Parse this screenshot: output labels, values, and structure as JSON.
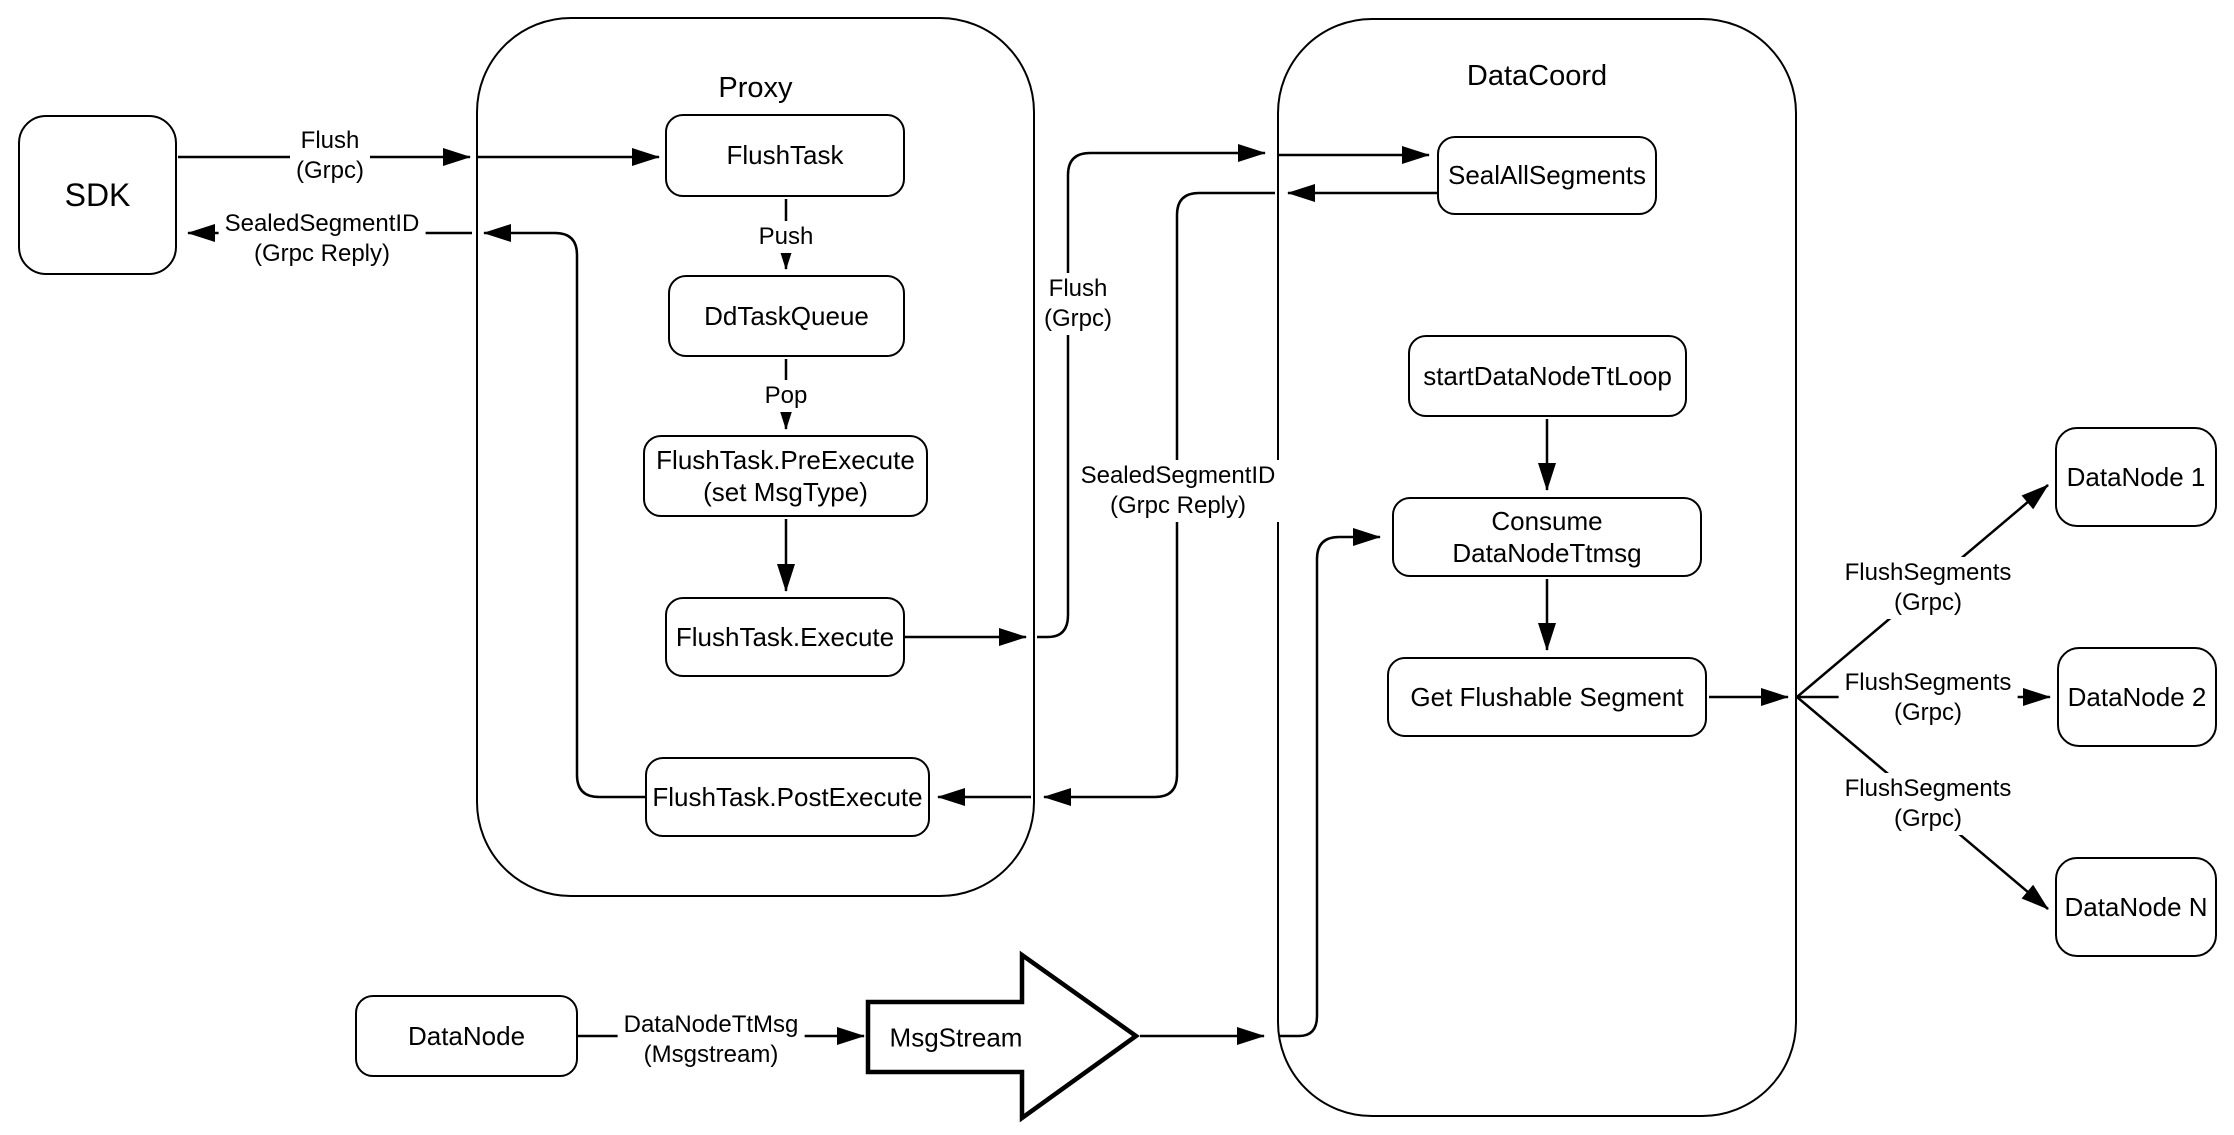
{
  "canvas": {
    "background": "#ffffff",
    "line_color": "#000000"
  },
  "containers": {
    "proxy": {
      "label": "Proxy"
    },
    "datacoord": {
      "label": "DataCoord"
    }
  },
  "nodes": {
    "sdk": {
      "label": "SDK"
    },
    "flushtask": {
      "label": "FlushTask"
    },
    "ddtaskqueue": {
      "label": "DdTaskQueue"
    },
    "preexecute": {
      "label": "FlushTask.PreExecute",
      "label2": "(set MsgType)"
    },
    "execute": {
      "label": "FlushTask.Execute"
    },
    "postexecute": {
      "label": "FlushTask.PostExecute"
    },
    "sealallsegments": {
      "label": "SealAllSegments"
    },
    "startdatanodettloop": {
      "label": "startDataNodeTtLoop"
    },
    "consumedatanodettmsg": {
      "label": "Consume DataNodeTtmsg"
    },
    "getflushablesegment": {
      "label": "Get Flushable Segment"
    },
    "datanode1": {
      "label": "DataNode 1"
    },
    "datanode2": {
      "label": "DataNode 2"
    },
    "datanoden": {
      "label": "DataNode N"
    },
    "datanode": {
      "label": "DataNode"
    },
    "msgstream": {
      "label": "MsgStream"
    }
  },
  "edge_labels": {
    "flush_sdk": {
      "line1": "Flush",
      "line2": "(Grpc)"
    },
    "sealed_sdk": {
      "line1": "SealedSegmentID",
      "line2": "(Grpc Reply)"
    },
    "push": {
      "line1": "Push"
    },
    "pop": {
      "line1": "Pop"
    },
    "flush_mid": {
      "line1": "Flush",
      "line2": "(Grpc)"
    },
    "sealed_mid": {
      "line1": "SealedSegmentID",
      "line2": "(Grpc Reply)"
    },
    "flushsegments_1": {
      "line1": "FlushSegments",
      "line2": "(Grpc)"
    },
    "flushsegments_2": {
      "line1": "FlushSegments",
      "line2": "(Grpc)"
    },
    "flushsegments_3": {
      "line1": "FlushSegments",
      "line2": "(Grpc)"
    },
    "datanodettmsg": {
      "line1": "DataNodeTtMsg",
      "line2": "(Msgstream)"
    }
  }
}
